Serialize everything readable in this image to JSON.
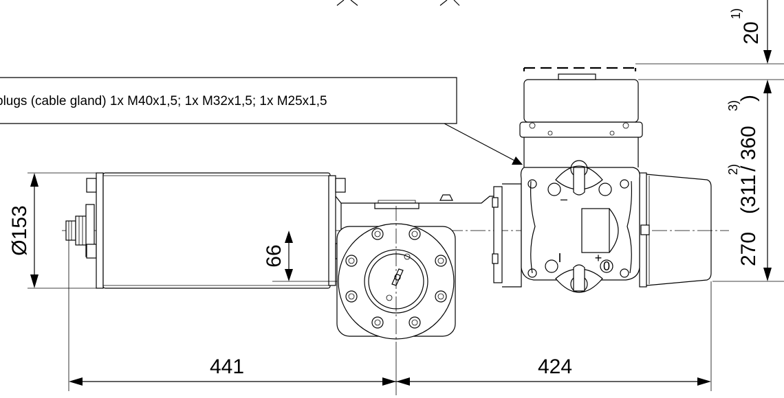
{
  "callout": {
    "text": "plugs (cable gland) 1x M40x1,5; 1x M32x1,5; 1x M25x1,5"
  },
  "dimensions": {
    "diameter": "Ø153",
    "offset": "66",
    "length_left": "441",
    "length_right": "424",
    "height_main": "270",
    "height_alt_open": "(311",
    "height_alt_sep": "/ 360",
    "height_alt_close": ")",
    "top_clearance": "20"
  },
  "footnote_refs": {
    "alt_a": "2)",
    "alt_b": "3)",
    "clearance": "1)"
  },
  "dial_symbols": {
    "open": "I",
    "close": "0",
    "plus": "+",
    "minus": "–"
  }
}
